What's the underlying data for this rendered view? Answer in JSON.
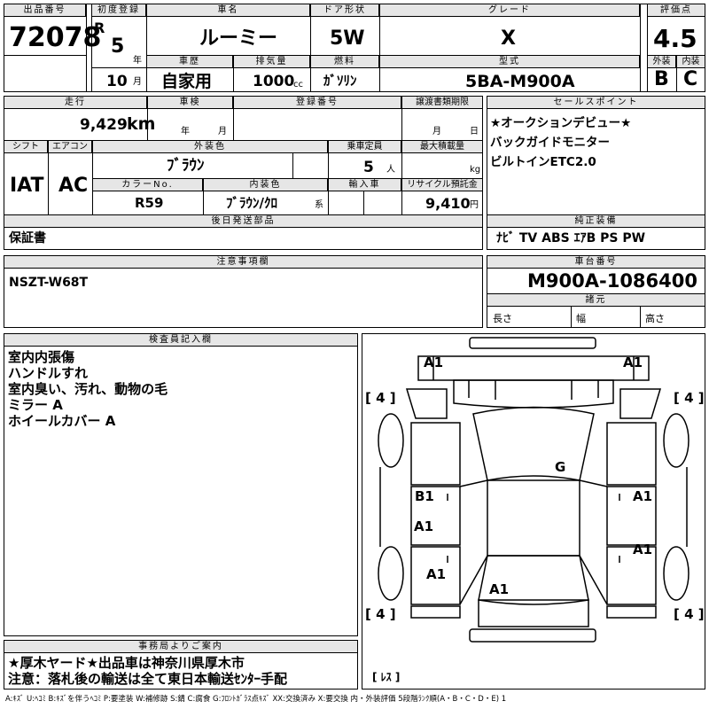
{
  "header": {
    "lot_no_label": "出品番号",
    "lot_no": "72078",
    "first_reg_label": "初度登録",
    "reg_era": "R",
    "reg_year": "5",
    "year_unit": "年",
    "reg_month": "10",
    "month_unit": "月",
    "car_name_label": "車名",
    "car_name": "ルーミー",
    "door_label": "ドア形状",
    "door": "5W",
    "grade_label": "グレード",
    "grade": "X",
    "score_label": "評価点",
    "score": "4.5",
    "history_label": "車歴",
    "history": "自家用",
    "displacement_label": "排気量",
    "displacement": "1000",
    "displacement_unit": "cc",
    "fuel_label": "燃料",
    "fuel": "ｶﾞｿﾘﾝ",
    "model_label": "型式",
    "model": "5BA-M900A",
    "exterior_label": "外装",
    "exterior_grade": "B",
    "interior_label": "内装",
    "interior_grade": "C"
  },
  "row2": {
    "mileage_label": "走行",
    "mileage": "9,429",
    "mileage_unit": "km",
    "inspection_label": "車検",
    "insp_year_unit": "年",
    "insp_month_unit": "月",
    "plate_label": "登録番号",
    "transfer_label": "譲渡書類期限",
    "transfer_month_unit": "月",
    "transfer_day_unit": "日",
    "shift_label": "シフト",
    "shift": "IAT",
    "ac_label": "エアコン",
    "ac": "AC",
    "ext_color_label": "外装色",
    "ext_color": "ﾌﾞﾗｳﾝ",
    "capacity_label": "乗車定員",
    "capacity": "5",
    "capacity_unit": "人",
    "max_load_label": "最大積載量",
    "max_load_unit": "kg",
    "color_no_label": "カラーNo.",
    "color_no": "R59",
    "int_color_label": "内装色",
    "int_color": "ﾌﾞﾗｳﾝ/ｸﾛ",
    "int_color_suffix": "系",
    "import_label": "輸入車",
    "recycle_label": "リサイクル預託金",
    "recycle": "9,410",
    "recycle_unit": "円",
    "later_parts_label": "後日発送部品",
    "later_parts": "保証書"
  },
  "sales": {
    "label": "セールスポイント",
    "lines": [
      "★オークションデビュー★",
      "バックガイドモニター",
      "ビルトインETC2.0"
    ]
  },
  "equipment": {
    "label": "純正装備",
    "value": "ﾅﾋﾞ TV ABS ｴｱB PS PW"
  },
  "notes": {
    "label": "注意事項欄",
    "value": "NSZT-W68T"
  },
  "chassis": {
    "label": "車台番号",
    "value": "M900A-1086400",
    "dims_label": "諸元",
    "length_label": "長さ",
    "width_label": "幅",
    "height_label": "高さ"
  },
  "inspector": {
    "label": "検査員記入欄",
    "lines": [
      "室内内張傷",
      "ハンドルすれ",
      "室内臭い、汚れ、動物の毛",
      "ミラー A",
      "ホイールカバー A"
    ]
  },
  "office": {
    "label": "事務局よりご案内",
    "lines": [
      "★厚木ヤード★出品車は神奈川県厚木市",
      "注意：落札後の輸送は全て東日本輸送ｾﾝﾀｰ手配"
    ]
  },
  "diagram": {
    "tires": [
      "[ 4 ]",
      "[ 4 ]",
      "[ 4 ]",
      "[ 4 ]"
    ],
    "spare": "[ ﾚｽ ]",
    "marks": {
      "front_left": "A1",
      "front_right": "A1",
      "windshield": "G",
      "left_front_door": "B1",
      "right_front_door": "A1",
      "left_rear_door": "A1",
      "right_rear_door": "A1",
      "left_rear_fender": "A1",
      "rear_window": "A1"
    }
  },
  "legend": "A:ｷｽﾞ U:ﾍｺﾐ B:ｷｽﾞを伴うﾍｺﾐ P:要塗装 W:補修跡 S:錆 C:腐食 G:ﾌﾛﾝﾄｶﾞﾗｽ点ｷｽﾞ XX:交換済み X:要交換 内・外装評価 5段階ﾗﾝｸ順(A・B・C・D・E) 1"
}
